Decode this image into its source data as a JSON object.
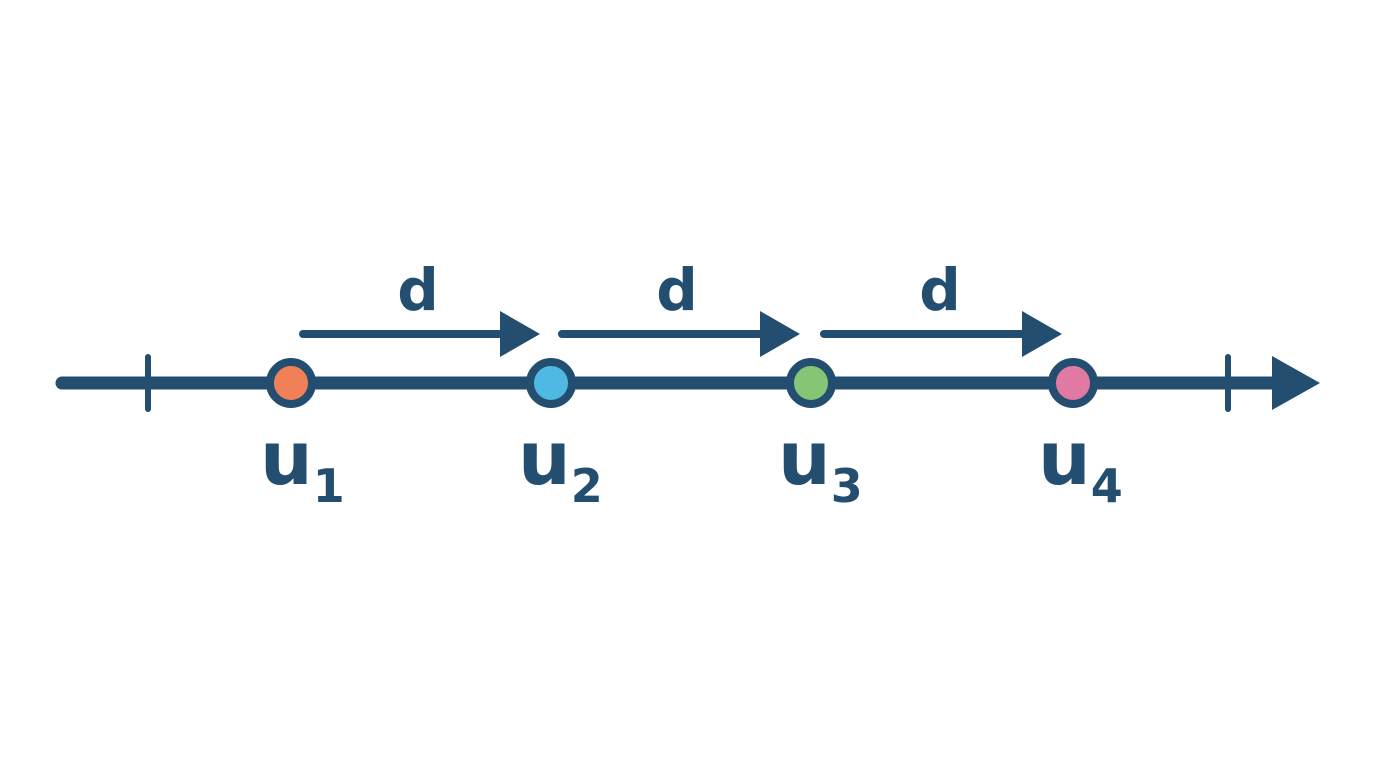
{
  "diagram": {
    "colors": {
      "line": "#234e70",
      "background": "#ffffff"
    },
    "terms": [
      {
        "base": "u",
        "index": "1",
        "fill": "#f08057"
      },
      {
        "base": "u",
        "index": "2",
        "fill": "#4fb8e3"
      },
      {
        "base": "u",
        "index": "3",
        "fill": "#86c576"
      },
      {
        "base": "u",
        "index": "4",
        "fill": "#e17aa3"
      }
    ],
    "differences": [
      {
        "label": "d"
      },
      {
        "label": "d"
      },
      {
        "label": "d"
      }
    ]
  }
}
